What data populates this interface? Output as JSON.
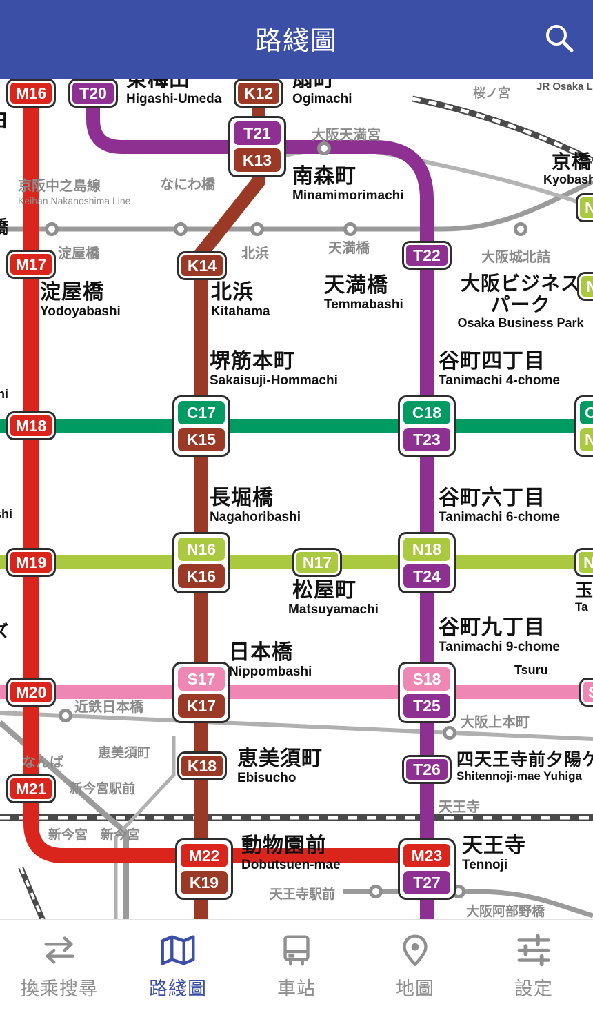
{
  "header": {
    "title": "路綫圖"
  },
  "colors": {
    "header_blue": "#3C4FA6",
    "midosuji_red": "#DA251D",
    "tanimachi_purple": "#8E2F92",
    "sakaisuji_brown": "#9A3A26",
    "chuo_green": "#009A63",
    "nagahori_green": "#ABC940",
    "sennichimae_pink": "#EF87B5",
    "jr_dark": "#4A4A4A",
    "private_gray": "#9B9B9B"
  },
  "badges": {
    "m16": "M16",
    "t20": "T20",
    "k12": "K12",
    "t21": "T21",
    "k13": "K13",
    "m17": "M17",
    "k14": "K14",
    "t22": "T22",
    "m18": "M18",
    "c17": "C17",
    "k15": "K15",
    "c18": "C18",
    "t23": "T23",
    "m19": "M19",
    "n16": "N16",
    "k16": "K16",
    "n17": "N17",
    "n18": "N18",
    "t24": "T24",
    "m20": "M20",
    "s17": "S17",
    "k17": "K17",
    "s18": "S18",
    "t25": "T25",
    "m21": "M21",
    "k18": "K18",
    "t26": "T26",
    "m22": "M22",
    "k19": "K19",
    "m23": "M23",
    "t27": "T27",
    "edge_n_kyobashi": "N",
    "edge_n_obp": "N",
    "edge_c_chuo": "C",
    "edge_n_chuo": "N",
    "edge_n_nagahori": "N",
    "edge_s_sennichimae": "S"
  },
  "stations": {
    "higashi_umeda": {
      "jp": "東梅田",
      "en": "Higashi-Umeda"
    },
    "ogimachi": {
      "jp": "扇町",
      "en": "Ogimachi"
    },
    "minamimorimachi": {
      "jp": "南森町",
      "en": "Minamimorimachi"
    },
    "yodoyabashi": {
      "jp": "淀屋橋",
      "en": "Yodoyabashi"
    },
    "kitahama": {
      "jp": "北浜",
      "en": "Kitahama"
    },
    "temmabashi": {
      "jp": "天満橋",
      "en": "Temmabashi"
    },
    "kyobashi": {
      "jp": "京橋",
      "en": "Kyobashi"
    },
    "obp": {
      "jp1": "大阪ビジネス",
      "jp2": "パーク",
      "en": "Osaka Business Park"
    },
    "sakaisuji_hommachi": {
      "jp": "堺筋本町",
      "en": "Sakaisuji-Hommachi"
    },
    "tanimachi4": {
      "jp": "谷町四丁目",
      "en": "Tanimachi 4-chome"
    },
    "nagahoribashi": {
      "jp": "長堀橋",
      "en": "Nagahoribashi"
    },
    "tanimachi6": {
      "jp": "谷町六丁目",
      "en": "Tanimachi 6-chome"
    },
    "matsuyamachi": {
      "jp": "松屋町",
      "en": "Matsuyamachi"
    },
    "tanimachi9": {
      "jp": "谷町九丁目",
      "en": "Tanimachi 9-chome"
    },
    "nippombashi": {
      "jp": "日本橋",
      "en": "Nippombashi"
    },
    "ebisucho": {
      "jp": "恵美須町",
      "en": "Ebisucho"
    },
    "shitennoji": {
      "jp": "四天王寺前夕陽ケ丘",
      "en": "Shitennoji-mae Yuhiga"
    },
    "dobutsuen_mae": {
      "jp": "動物園前",
      "en": "Dobutsuen-mae"
    },
    "tennoji": {
      "jp": "天王寺",
      "en": "Tennoji"
    },
    "tamatsukuri_partial": {
      "jp": "玉",
      "en": "Ta"
    },
    "tsuruhashi_partial": {
      "en": "Tsuru"
    }
  },
  "gray_labels": {
    "keihan_nakanoshima_jp": "京阪中之島線",
    "keihan_nakanoshima_en": "Keihan Nakanoshima Line",
    "naniwabashi": "なにわ橋",
    "osakatemmangu": "大阪天満宮",
    "yodoyabashi_keihan": "淀屋橋",
    "kitahama_keihan": "北浜",
    "temmabashi_keihan": "天満橋",
    "osakajo_kitazume": "大阪城北詰",
    "sakuranomiya": "桜ノ宮",
    "jr_osaka_loop": "JR Osaka L",
    "kintetsu_nippombashi": "近鉄日本橋",
    "osaka_uehommachi": "大阪上本町",
    "namba": "なんば",
    "ebisucho_hankai": "恵美須町",
    "shinimamiya_ekimae": "新今宮駅前",
    "tennoji_jr": "天王寺",
    "shinimamiya1": "新今宮",
    "shinimamiya2": "新今宮",
    "tennoji_ekimae": "天王寺駅前",
    "osaka_abenobashi": "大阪阿部野橋"
  },
  "edge_labels": {
    "e1": "日",
    "e2": "橋",
    "e3": "hi",
    "e4": "shi",
    "e5": "ズ"
  },
  "nav": {
    "items": [
      {
        "label": "換乘搜尋",
        "icon": "transfer-icon"
      },
      {
        "label": "路綫圖",
        "icon": "route-map-icon"
      },
      {
        "label": "車站",
        "icon": "station-icon"
      },
      {
        "label": "地圖",
        "icon": "map-pin-icon"
      },
      {
        "label": "設定",
        "icon": "settings-icon"
      }
    ],
    "active_index": 1
  }
}
